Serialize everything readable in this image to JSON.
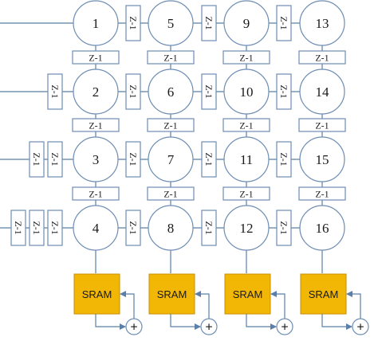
{
  "nodes": {
    "labels": [
      "1",
      "5",
      "9",
      "13",
      "2",
      "6",
      "10",
      "14",
      "3",
      "7",
      "11",
      "15",
      "4",
      "8",
      "12",
      "16"
    ]
  },
  "delay_label": "Z-1",
  "sram_label": "SRAM",
  "adder_symbol": "+",
  "colors": {
    "line": "#5b7fa8",
    "node_stroke": "#6e8db3",
    "sram_fill": "#f2b705"
  }
}
